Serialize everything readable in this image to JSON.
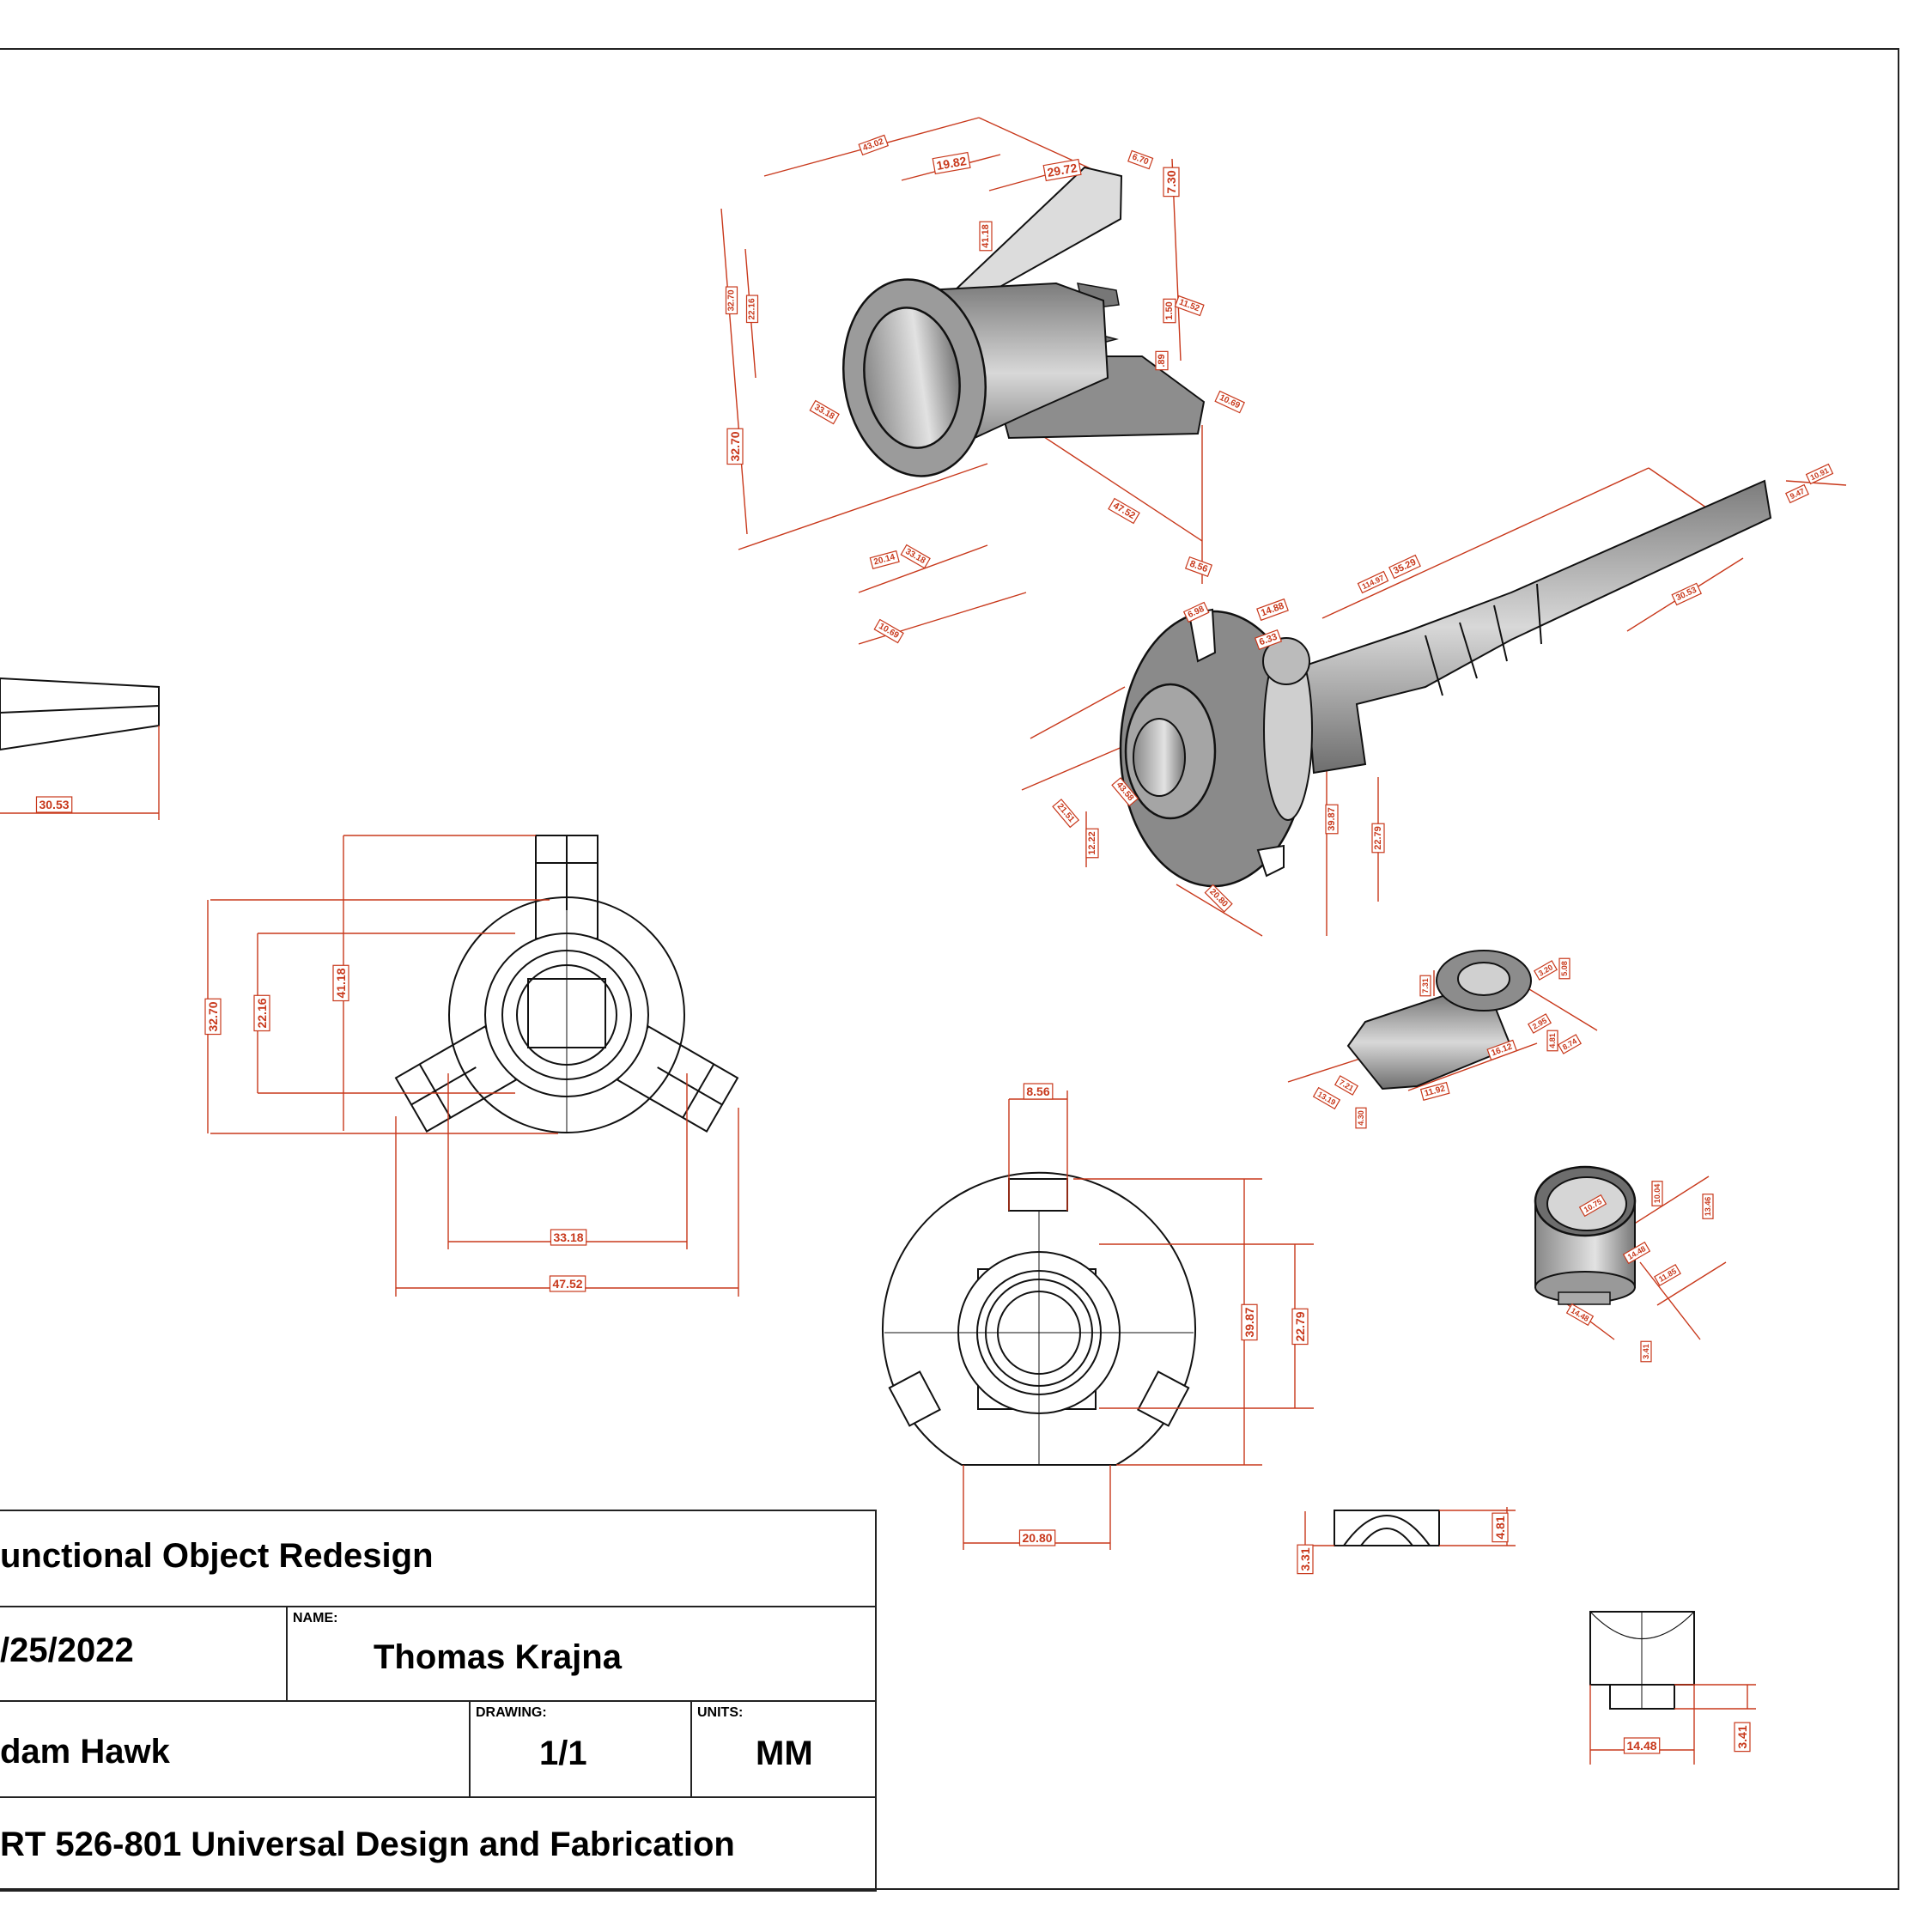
{
  "title_block": {
    "project_title": "unctional Object Redesign",
    "date": "/25/2022",
    "name_label": "NAME:",
    "name": "Thomas Krajna",
    "instructor": "dam Hawk",
    "drawing_label": "DRAWING:",
    "drawing": "1/1",
    "units_label": "UNITS:",
    "units": "MM",
    "course": "RT 526-801 Universal Design and Fabrication"
  },
  "colors": {
    "dimension": "#c8381b",
    "outline": "#111111",
    "shade": "#9a9a9a"
  },
  "dimensions": {
    "left_partial_view": [
      "30.53"
    ],
    "front_view_three_arm": [
      "32.70",
      "22.16",
      "41.18",
      "33.18",
      "47.52"
    ],
    "iso_cone_piece": [
      "43.02",
      "19.82",
      "29.72",
      "6.70",
      "7.30",
      "41.18",
      "32.70",
      "22.16",
      "1.50",
      "11.52",
      ".89",
      "33.18",
      "32.70",
      "10.69",
      "47.52",
      "20.14",
      "33.18",
      "8.56",
      "10.69"
    ],
    "iso_long_piece": [
      "6.98",
      "14.88",
      "6.33",
      "114.97",
      "35.29",
      "10.91",
      "9.47",
      "30.53",
      "43.58",
      "21.51",
      "12.22",
      "39.87",
      "22.79",
      "20.80"
    ],
    "iso_small_piece": [
      "7.31",
      "3.20",
      "5.08",
      "2.95",
      "4.81",
      "8.74",
      "16.12",
      "11.92",
      "7.21",
      "13.19",
      "4.30"
    ],
    "iso_cup": [
      "10.75",
      "10.04",
      "13.46",
      "14.48",
      "11.85",
      "14.48",
      "3.41"
    ],
    "front_view_disc": [
      "8.56",
      "39.87",
      "22.79",
      "20.80"
    ],
    "side_view_small": [
      "3.31",
      "4.81"
    ],
    "side_view_cup": [
      "14.48",
      "3.41"
    ]
  }
}
